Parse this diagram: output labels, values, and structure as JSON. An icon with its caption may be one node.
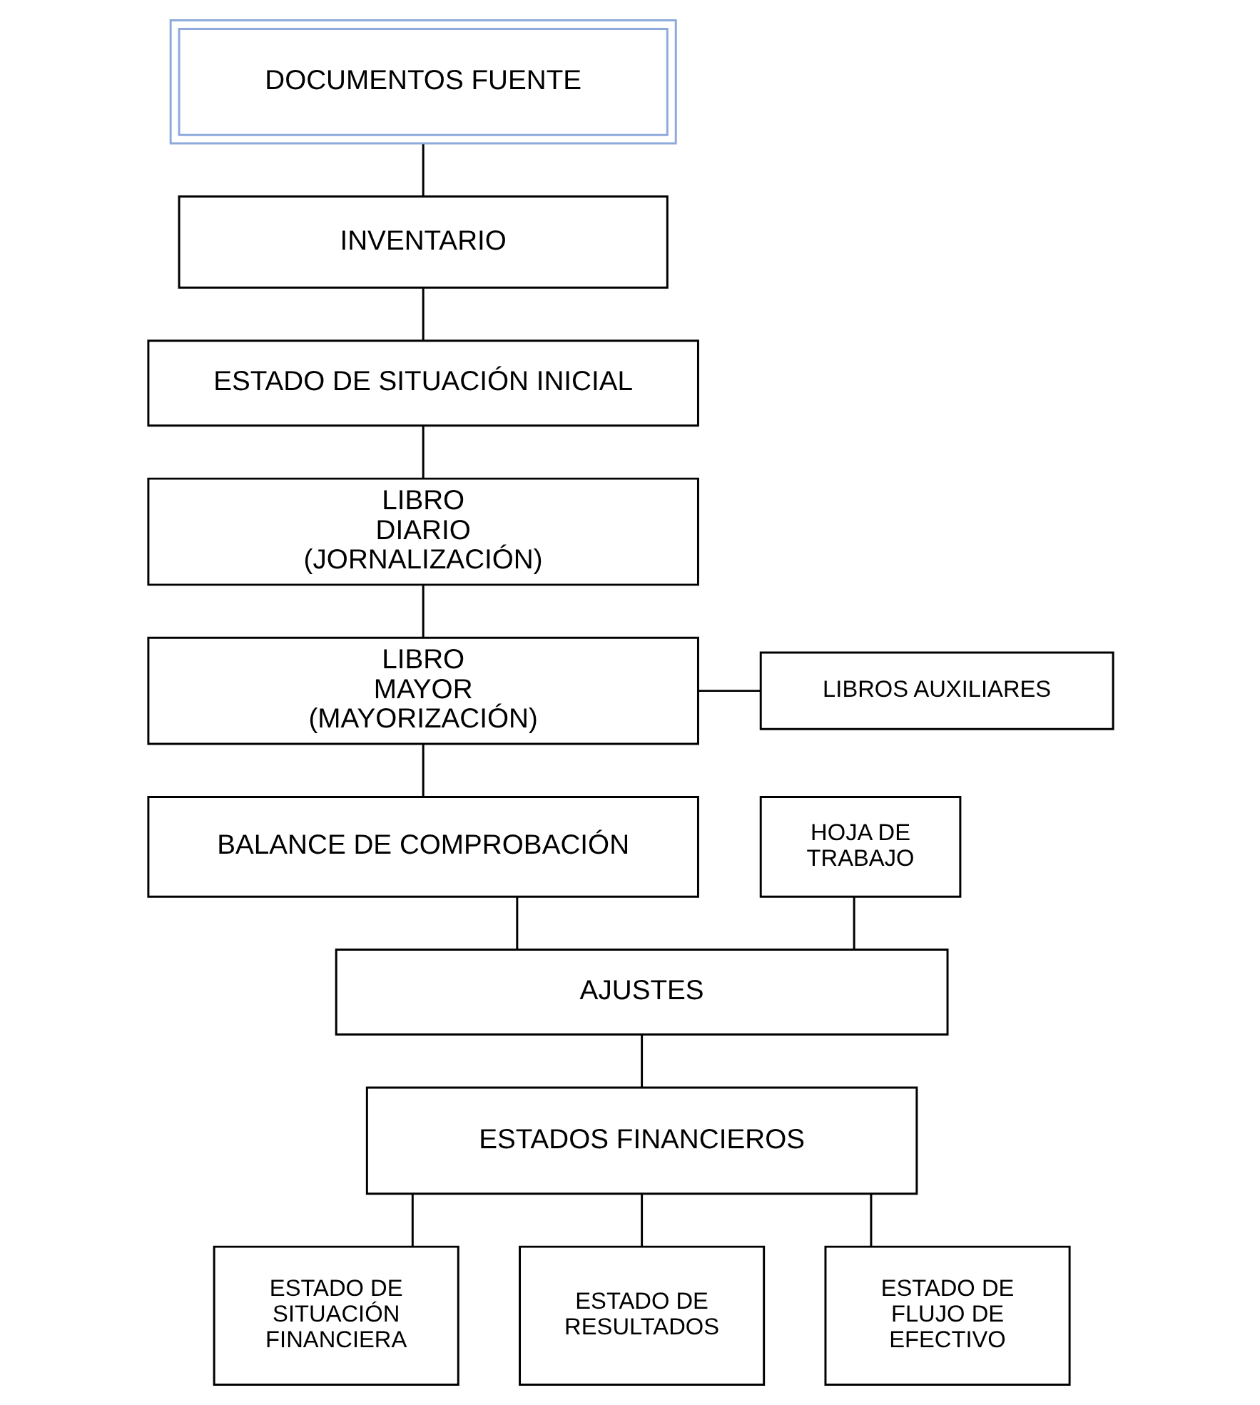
{
  "diagram": {
    "nodes": [
      {
        "text": [
          "DOCUMENTOS FUENTE"
        ]
      },
      {
        "text": [
          "INVENTARIO"
        ]
      },
      {
        "text": [
          "ESTADO DE SITUACIÓN INICIAL"
        ]
      },
      {
        "text": [
          "LIBRO DIARIO (JORNALIZACIÓN)"
        ]
      },
      {
        "text": [
          "LIBRO MAYOR (MAYORIZACIÓN)"
        ]
      },
      {
        "text": [
          "LIBROS AUXILIARES"
        ]
      },
      {
        "text": [
          "BALANCE DE COMPROBACIÓN"
        ]
      },
      {
        "text": [
          "HOJA DE TRABAJO"
        ]
      },
      {
        "text": [
          "AJUSTES"
        ]
      },
      {
        "text": [
          "ESTADOS FINANCIEROS"
        ]
      },
      {
        "text": [
          "ESTADO DE SITUACIÓN FINANCIERA"
        ]
      },
      {
        "text": [
          "ESTADO DE RESULTADOS"
        ]
      },
      {
        "text": [
          "ESTADO DE FLUJO DE EFECTIVO"
        ]
      }
    ],
    "edges": [
      {
        "from": 0,
        "to": 1,
        "arrow": "none"
      },
      {
        "from": 1,
        "to": 2,
        "arrow": "none"
      },
      {
        "from": 2,
        "to": 3,
        "arrow": "none"
      },
      {
        "from": 3,
        "to": 4,
        "arrow": "none"
      },
      {
        "from": 4,
        "to": 5,
        "arrow": "none"
      },
      {
        "from": 4,
        "to": 6,
        "arrow": "none"
      },
      {
        "from": 6,
        "to": 8,
        "arrow": "none"
      },
      {
        "from": 7,
        "to": 8,
        "arrow": "none"
      },
      {
        "from": 8,
        "to": 9,
        "arrow": "none"
      },
      {
        "from": 9,
        "to": 10,
        "arrow": "none"
      },
      {
        "from": 9,
        "to": 11,
        "arrow": "none"
      },
      {
        "from": 9,
        "to": 12,
        "arrow": "none"
      }
    ]
  }
}
